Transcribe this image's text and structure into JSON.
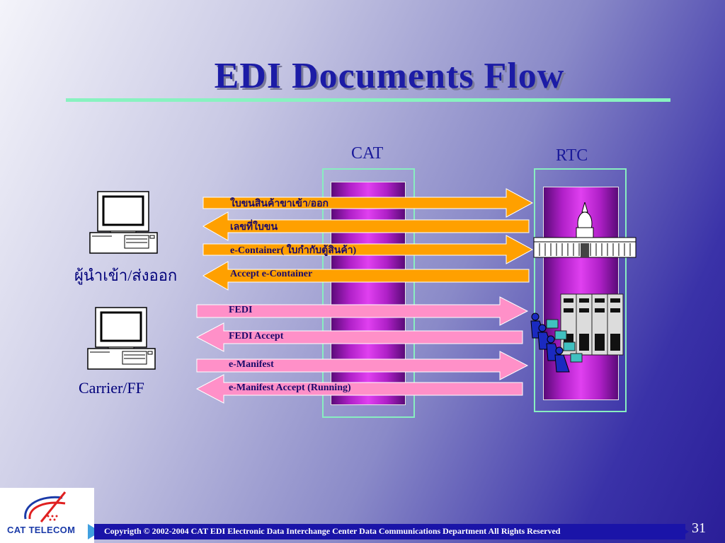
{
  "slide": {
    "title": "EDI Documents Flow",
    "page_number": "31"
  },
  "columns": {
    "cat_label": "CAT",
    "rtc_label": "RTC"
  },
  "parties": {
    "importer_exporter": "ผู้นำเข้า/ส่งออก",
    "carrier": "Carrier/FF"
  },
  "flows": [
    {
      "label": "ใบขนสินค้าขาเข้า/ออก",
      "direction": "right",
      "color": "#ffa000"
    },
    {
      "label": "เลขที่ใบขน",
      "direction": "left",
      "color": "#ffa000"
    },
    {
      "label": "e-Container( ใบกำกับตู้สินค้า)",
      "direction": "right",
      "color": "#ffa000"
    },
    {
      "label": "Accept e-Container",
      "direction": "left",
      "color": "#ffa000"
    },
    {
      "label": "FEDI",
      "direction": "right",
      "color": "#ff90c8"
    },
    {
      "label": "FEDI Accept",
      "direction": "left",
      "color": "#ff90c8"
    },
    {
      "label": "e-Manifest",
      "direction": "right",
      "color": "#ff90c8"
    },
    {
      "label": "e-Manifest Accept (Running)",
      "direction": "left",
      "color": "#ff90c8"
    }
  ],
  "footer": {
    "logo_text": "CAT TELECOM",
    "copyright": "Copyrigth © 2002-2004  CAT EDI   Electronic Data Interchange Center    Data Communications Department All Rights Reserved"
  },
  "icons": [
    "computer-icon",
    "computer-icon",
    "government-building-icon",
    "server-operators-icon",
    "cat-telecom-logo"
  ]
}
